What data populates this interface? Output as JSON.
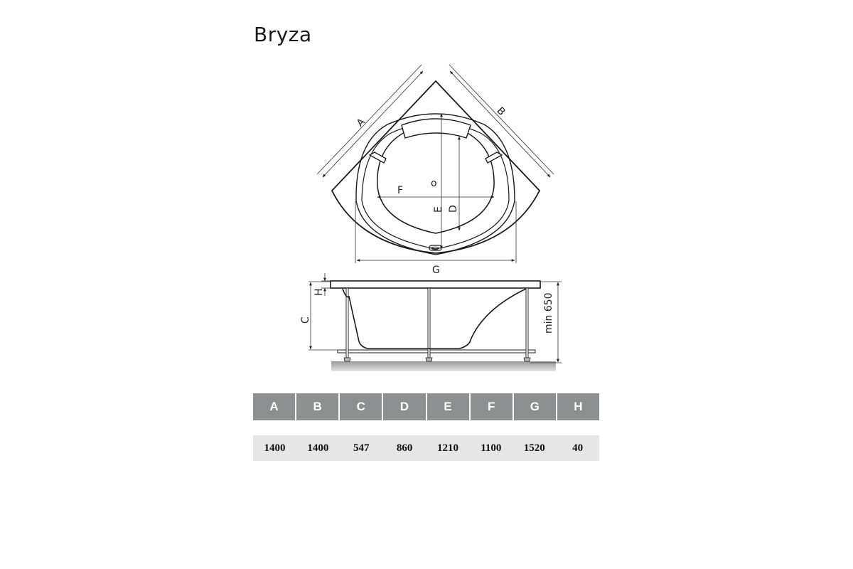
{
  "title": "Bryza",
  "drawing": {
    "top_view_labels": {
      "A": "A",
      "B": "B",
      "D": "D",
      "E": "E",
      "F": "F",
      "G": "G",
      "O": "o"
    },
    "side_view_labels": {
      "C": "C",
      "H": "H",
      "min_height": "min 650"
    }
  },
  "dimensions_table": {
    "headers": [
      "A",
      "B",
      "C",
      "D",
      "E",
      "F",
      "G",
      "H"
    ],
    "values": [
      "1400",
      "1400",
      "547",
      "860",
      "1210",
      "1100",
      "1520",
      "40"
    ],
    "header_bg": "#8e8f91",
    "value_bg": "#e6e6e6"
  }
}
